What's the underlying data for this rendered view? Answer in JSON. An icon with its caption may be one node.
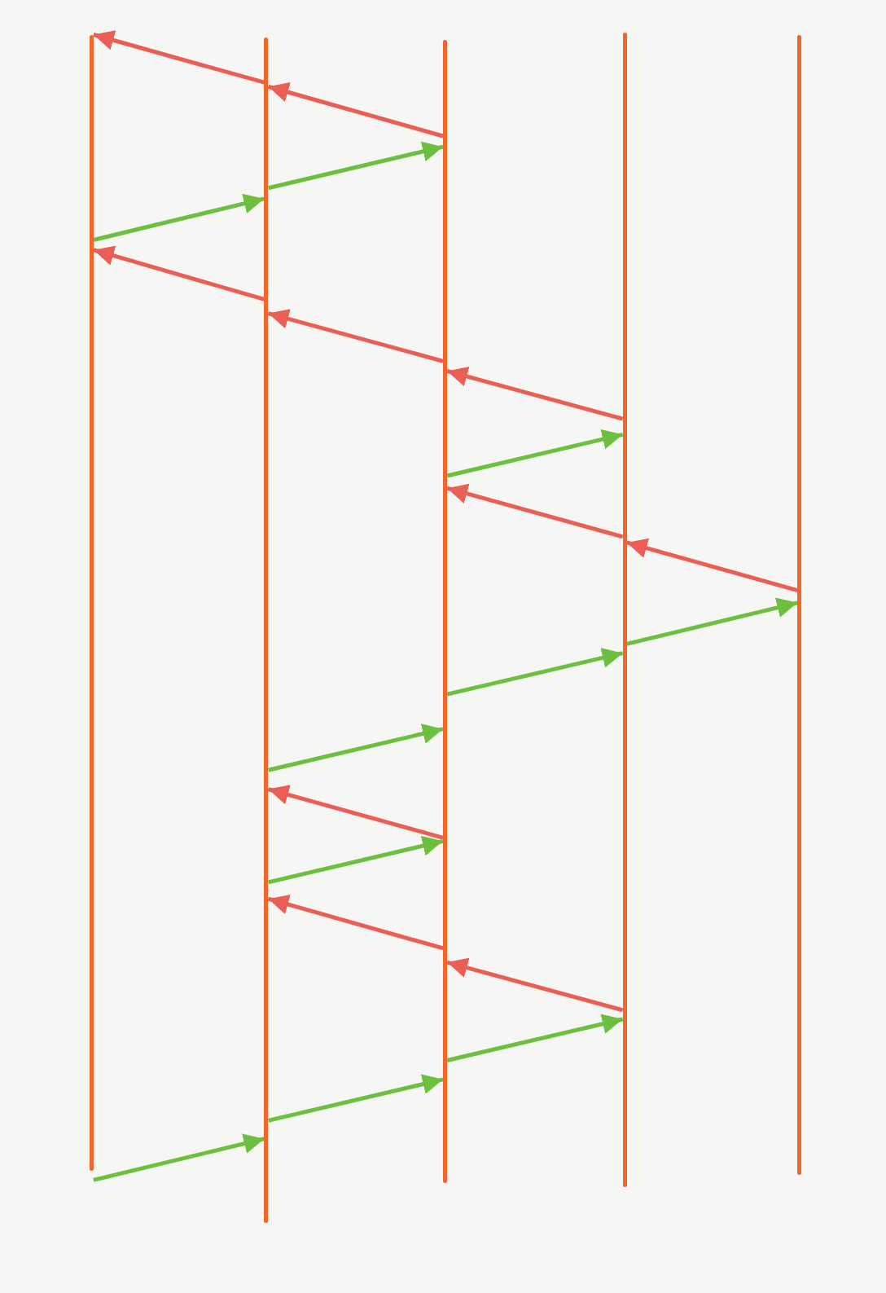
{
  "diagram": {
    "nodes": [
      {
        "text": [],
        "shape": "line"
      },
      {
        "text": [],
        "shape": "line"
      },
      {
        "text": [],
        "shape": "line"
      },
      {
        "text": [],
        "shape": "line"
      },
      {
        "text": [],
        "shape": "line"
      }
    ],
    "edges": [
      {
        "from": 1,
        "to": 0,
        "arrow": "to",
        "color": "#eb5e55"
      },
      {
        "from": 2,
        "to": 1,
        "arrow": "to",
        "color": "#eb5e55"
      },
      {
        "from": 1,
        "to": 2,
        "arrow": "to",
        "color": "#6cbf3f"
      },
      {
        "from": 0,
        "to": 1,
        "arrow": "to",
        "color": "#6cbf3f"
      },
      {
        "from": 1,
        "to": 0,
        "arrow": "to",
        "color": "#eb5e55"
      },
      {
        "from": 2,
        "to": 1,
        "arrow": "to",
        "color": "#eb5e55"
      },
      {
        "from": 3,
        "to": 2,
        "arrow": "to",
        "color": "#eb5e55"
      },
      {
        "from": 2,
        "to": 3,
        "arrow": "to",
        "color": "#6cbf3f"
      },
      {
        "from": 3,
        "to": 2,
        "arrow": "to",
        "color": "#eb5e55"
      },
      {
        "from": 4,
        "to": 3,
        "arrow": "to",
        "color": "#eb5e55"
      },
      {
        "from": 3,
        "to": 4,
        "arrow": "to",
        "color": "#6cbf3f"
      },
      {
        "from": 2,
        "to": 3,
        "arrow": "to",
        "color": "#6cbf3f"
      },
      {
        "from": 1,
        "to": 2,
        "arrow": "to",
        "color": "#6cbf3f"
      },
      {
        "from": 2,
        "to": 1,
        "arrow": "to",
        "color": "#eb5e55"
      },
      {
        "from": 1,
        "to": 2,
        "arrow": "to",
        "color": "#6cbf3f"
      },
      {
        "from": 2,
        "to": 1,
        "arrow": "to",
        "color": "#eb5e55"
      },
      {
        "from": 3,
        "to": 2,
        "arrow": "to",
        "color": "#eb5e55"
      },
      {
        "from": 2,
        "to": 3,
        "arrow": "to",
        "color": "#6cbf3f"
      },
      {
        "from": 1,
        "to": 2,
        "arrow": "to",
        "color": "#6cbf3f"
      },
      {
        "from": 0,
        "to": 1,
        "arrow": "to",
        "color": "#6cbf3f"
      }
    ]
  }
}
